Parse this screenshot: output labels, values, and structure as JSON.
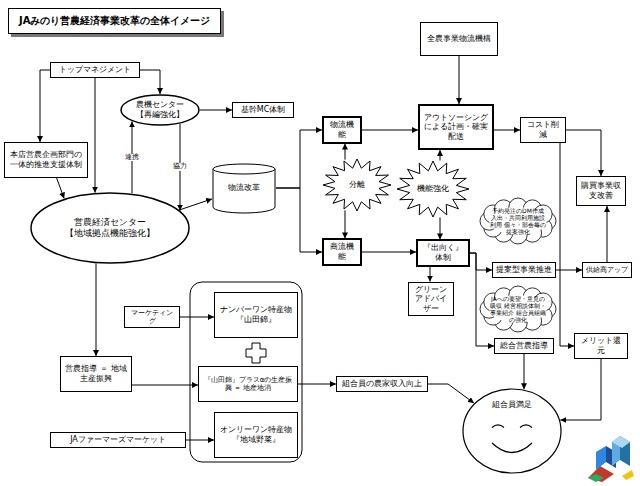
{
  "diagram": {
    "title": "JAみのり営農経済事業改革の全体イメージ",
    "nodes": [
      {
        "text": [
          "トップマネジメント"
        ]
      },
      {
        "text": [
          "農機センター",
          "【再編強化】"
        ]
      },
      {
        "text": [
          "基幹MC体制"
        ]
      },
      {
        "text": [
          "本店営農企画部門の一体的推進支援体制"
        ]
      },
      {
        "text": [
          "営農経済センター",
          "【地域拠点機能強化】"
        ]
      },
      {
        "text": [
          "物流改革"
        ]
      },
      {
        "text": [
          "全農事業物流機構"
        ]
      },
      {
        "text": [
          "アウトソーシングによる計画・確実配送"
        ]
      },
      {
        "text": [
          "物流機能"
        ]
      },
      {
        "text": [
          "分離"
        ]
      },
      {
        "text": [
          "機能強化"
        ]
      },
      {
        "text": [
          "商流機能"
        ]
      },
      {
        "text": [
          "『出向く』体制"
        ]
      },
      {
        "text": [
          "コスト削減"
        ]
      },
      {
        "text": [
          "購買事業収支改善"
        ]
      },
      {
        "text": [
          "グリーンアドバイザー"
        ]
      },
      {
        "text": [
          "予約発注のDM作成 入出・共同利用施設利用 個々・部会毎の提案強化"
        ]
      },
      {
        "text": [
          "提案型事業推進"
        ]
      },
      {
        "text": [
          "供給高アップ"
        ]
      },
      {
        "text": [
          "JAへの要望・意見の吸収 経営相談体制・事業紹介 組合員組織の強化"
        ]
      },
      {
        "text": [
          "総合営農指導"
        ]
      },
      {
        "text": [
          "メリット還元"
        ]
      },
      {
        "text": [
          "マーケティング"
        ]
      },
      {
        "text": [
          "ナンバーワン特産物",
          "『山田錦』"
        ]
      },
      {
        "text": [
          "『山田錦』プラスαの生産振興 ＝ 地産地消"
        ]
      },
      {
        "text": [
          "オンリーワン特産物",
          "『地域野菜』"
        ]
      },
      {
        "text": [
          "営農指導 ＝ 地域主産振興"
        ]
      },
      {
        "text": [
          "JAファーマーズマーケット"
        ]
      },
      {
        "text": [
          "組合員の農家収入向上"
        ]
      },
      {
        "text": [
          "組合員満足"
        ]
      }
    ],
    "edges": [
      {
        "from": 0,
        "to": 1,
        "arrow": "to"
      },
      {
        "from": 0,
        "to": 3,
        "arrow": "to"
      },
      {
        "from": 0,
        "to": 4,
        "arrow": "to"
      },
      {
        "from": 3,
        "to": 4,
        "arrow": "to"
      },
      {
        "from": 1,
        "to": 2,
        "arrow": "to"
      },
      {
        "from": 4,
        "to": 1,
        "label": "連携",
        "arrow": "to"
      },
      {
        "from": 1,
        "to": 4,
        "label": "協力",
        "arrow": "to"
      },
      {
        "from": 4,
        "to": 5,
        "arrow": "to"
      },
      {
        "from": 5,
        "to": 8,
        "arrow": "to"
      },
      {
        "from": 5,
        "to": 11,
        "arrow": "to"
      },
      {
        "from": 9,
        "to": 8,
        "arrow": "to"
      },
      {
        "from": 9,
        "to": 11,
        "arrow": "to"
      },
      {
        "from": 8,
        "to": 7,
        "arrow": "to"
      },
      {
        "from": 6,
        "to": 7,
        "arrow": "to"
      },
      {
        "from": 10,
        "to": 7,
        "arrow": "to"
      },
      {
        "from": 10,
        "to": 12,
        "arrow": "to"
      },
      {
        "from": 11,
        "to": 12,
        "arrow": "to"
      },
      {
        "from": 12,
        "to": 15,
        "arrow": "to"
      },
      {
        "from": 7,
        "to": 13,
        "arrow": "to"
      },
      {
        "from": 13,
        "to": 14,
        "arrow": "to"
      },
      {
        "from": 12,
        "to": 17,
        "arrow": "to"
      },
      {
        "from": 12,
        "to": 20,
        "arrow": "to"
      },
      {
        "from": 17,
        "to": 18,
        "arrow": "to"
      },
      {
        "from": 18,
        "to": 14,
        "arrow": "to"
      },
      {
        "from": 13,
        "to": 21,
        "arrow": "to"
      },
      {
        "from": 20,
        "to": 29,
        "arrow": "to"
      },
      {
        "from": 21,
        "to": 29,
        "arrow": "to"
      },
      {
        "from": 4,
        "to": 26,
        "arrow": "to"
      },
      {
        "from": 26,
        "to": 24,
        "arrow": "to"
      },
      {
        "from": 22,
        "to": 23,
        "arrow": "to"
      },
      {
        "from": 27,
        "to": 25,
        "arrow": "to"
      },
      {
        "from": 24,
        "to": 28,
        "arrow": "to"
      },
      {
        "from": 28,
        "to": 29,
        "arrow": "to"
      }
    ]
  }
}
